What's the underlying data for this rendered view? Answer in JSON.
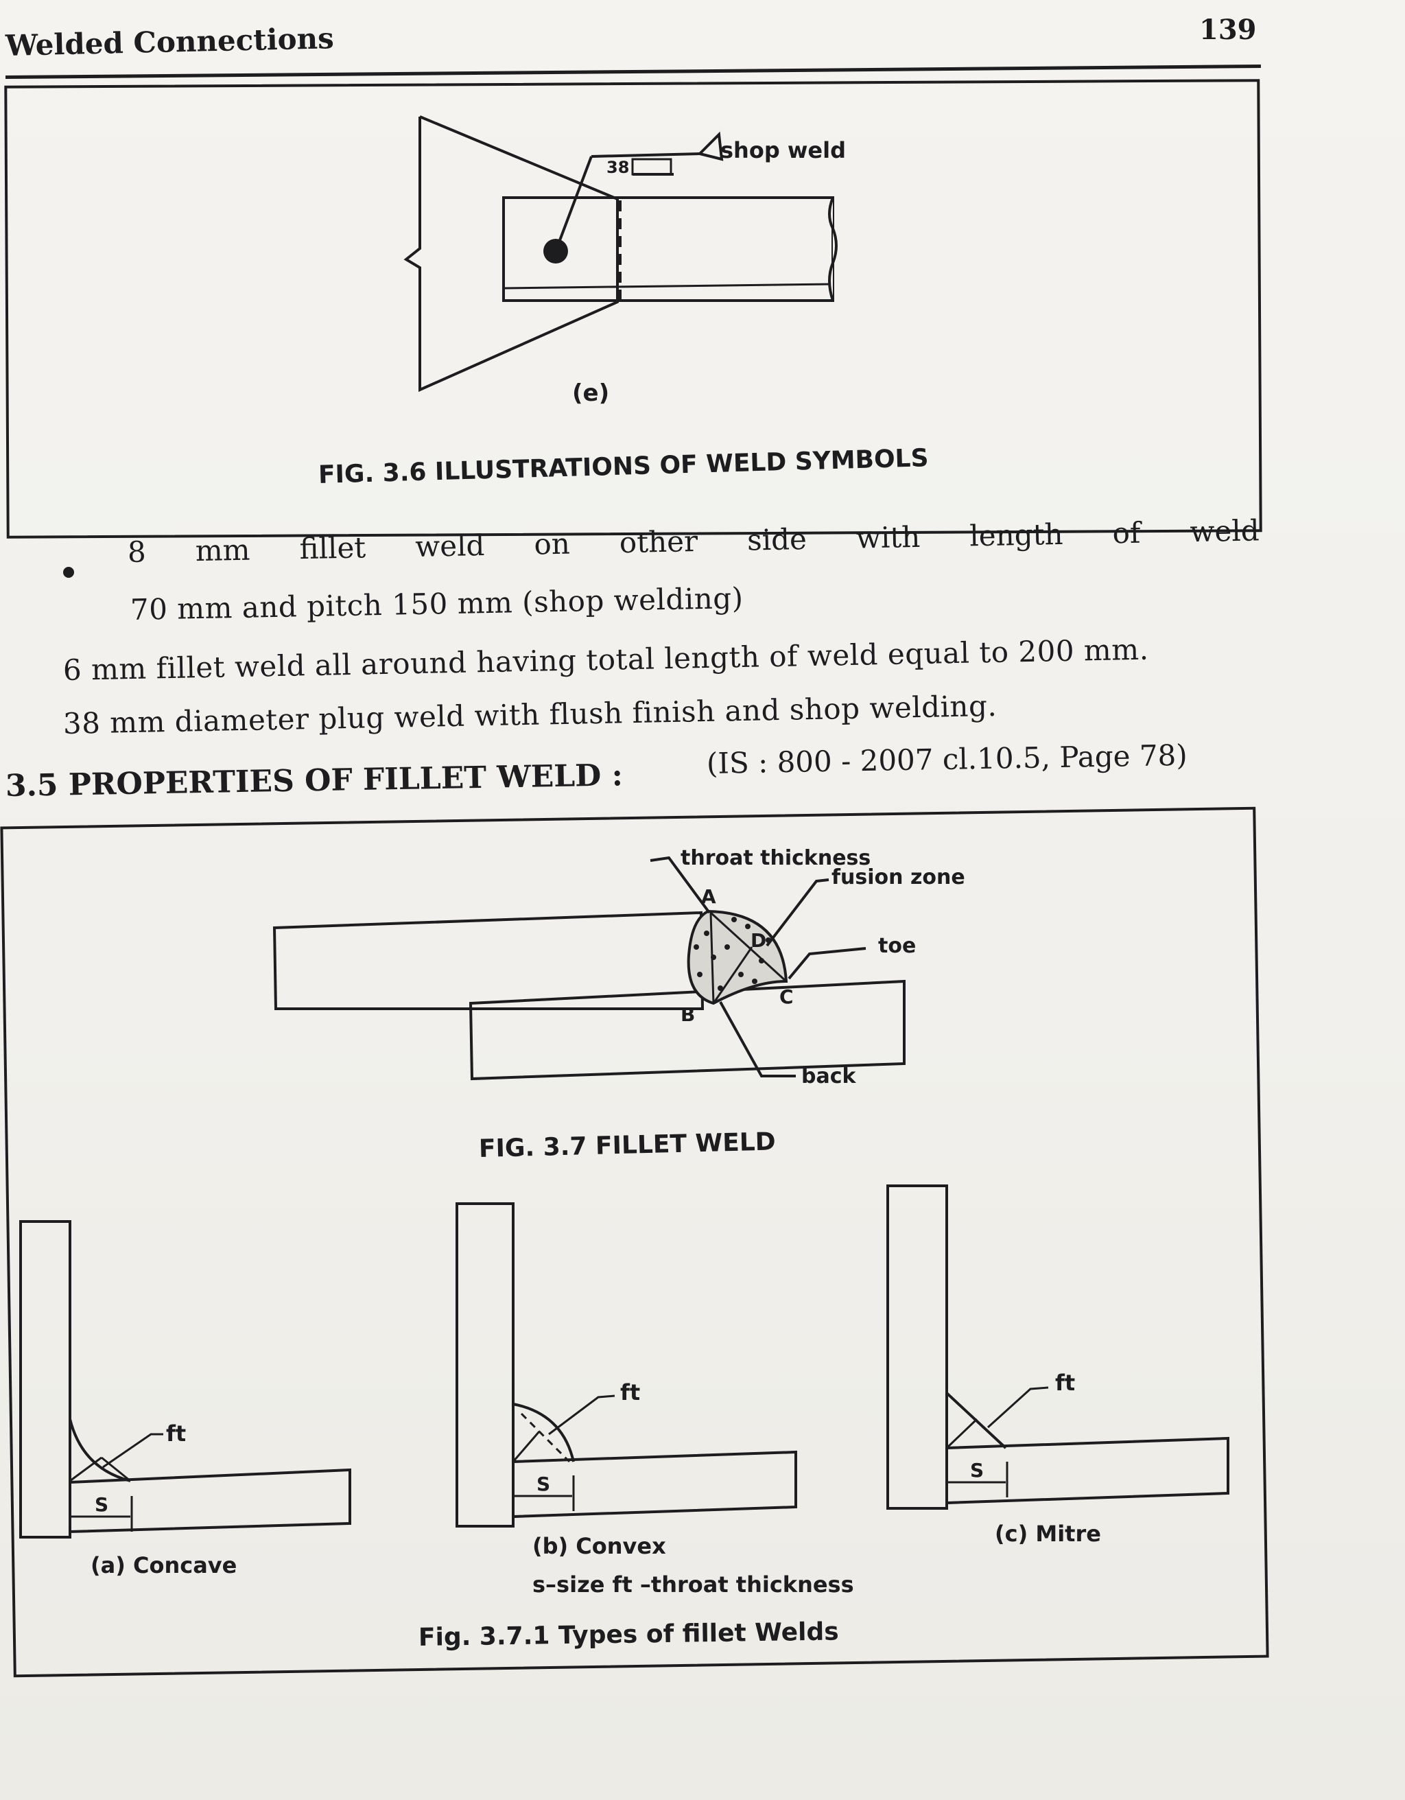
{
  "header": {
    "running_head": "Welded Connections",
    "page_number": "139"
  },
  "figure_3_6": {
    "weld_size": "38",
    "leader_label": "shop weld",
    "sub_label": "(e)",
    "caption": "FIG. 3.6 ILLUSTRATIONS OF WELD SYMBOLS"
  },
  "body": {
    "bullet_line1_words": [
      "8",
      "mm",
      "fillet",
      "weld",
      "on",
      "other",
      "side",
      "with",
      "length",
      "of",
      "weld"
    ],
    "bullet_line2": "70 mm and pitch 150 mm (shop welding)",
    "para1": "6 mm fillet weld all around having total length of weld equal to 200 mm.",
    "para2": "38 mm diameter plug weld with flush finish and shop welding."
  },
  "section": {
    "heading": "3.5 PROPERTIES OF FILLET WELD :",
    "reference": "(IS : 800 - 2007 cl.10.5, Page 78)"
  },
  "figure_3_7": {
    "labels": {
      "throat": "throat thickness",
      "fusion": "fusion zone",
      "toe": "toe",
      "back": "back",
      "A": "A",
      "B": "B",
      "C": "C",
      "D": "D"
    },
    "caption": "FIG. 3.7 FILLET WELD"
  },
  "figure_3_7_1": {
    "ft": "ft",
    "s": "S",
    "concave": "(a) Concave",
    "convex": "(b) Convex",
    "mitre": "(c) Mitre",
    "legend": "s–size  ft –throat thickness",
    "caption": "Fig. 3.7.1 Types of fillet Welds"
  },
  "colors": {
    "ink": "#1d1d1f",
    "paper": "#f2f1ed"
  }
}
